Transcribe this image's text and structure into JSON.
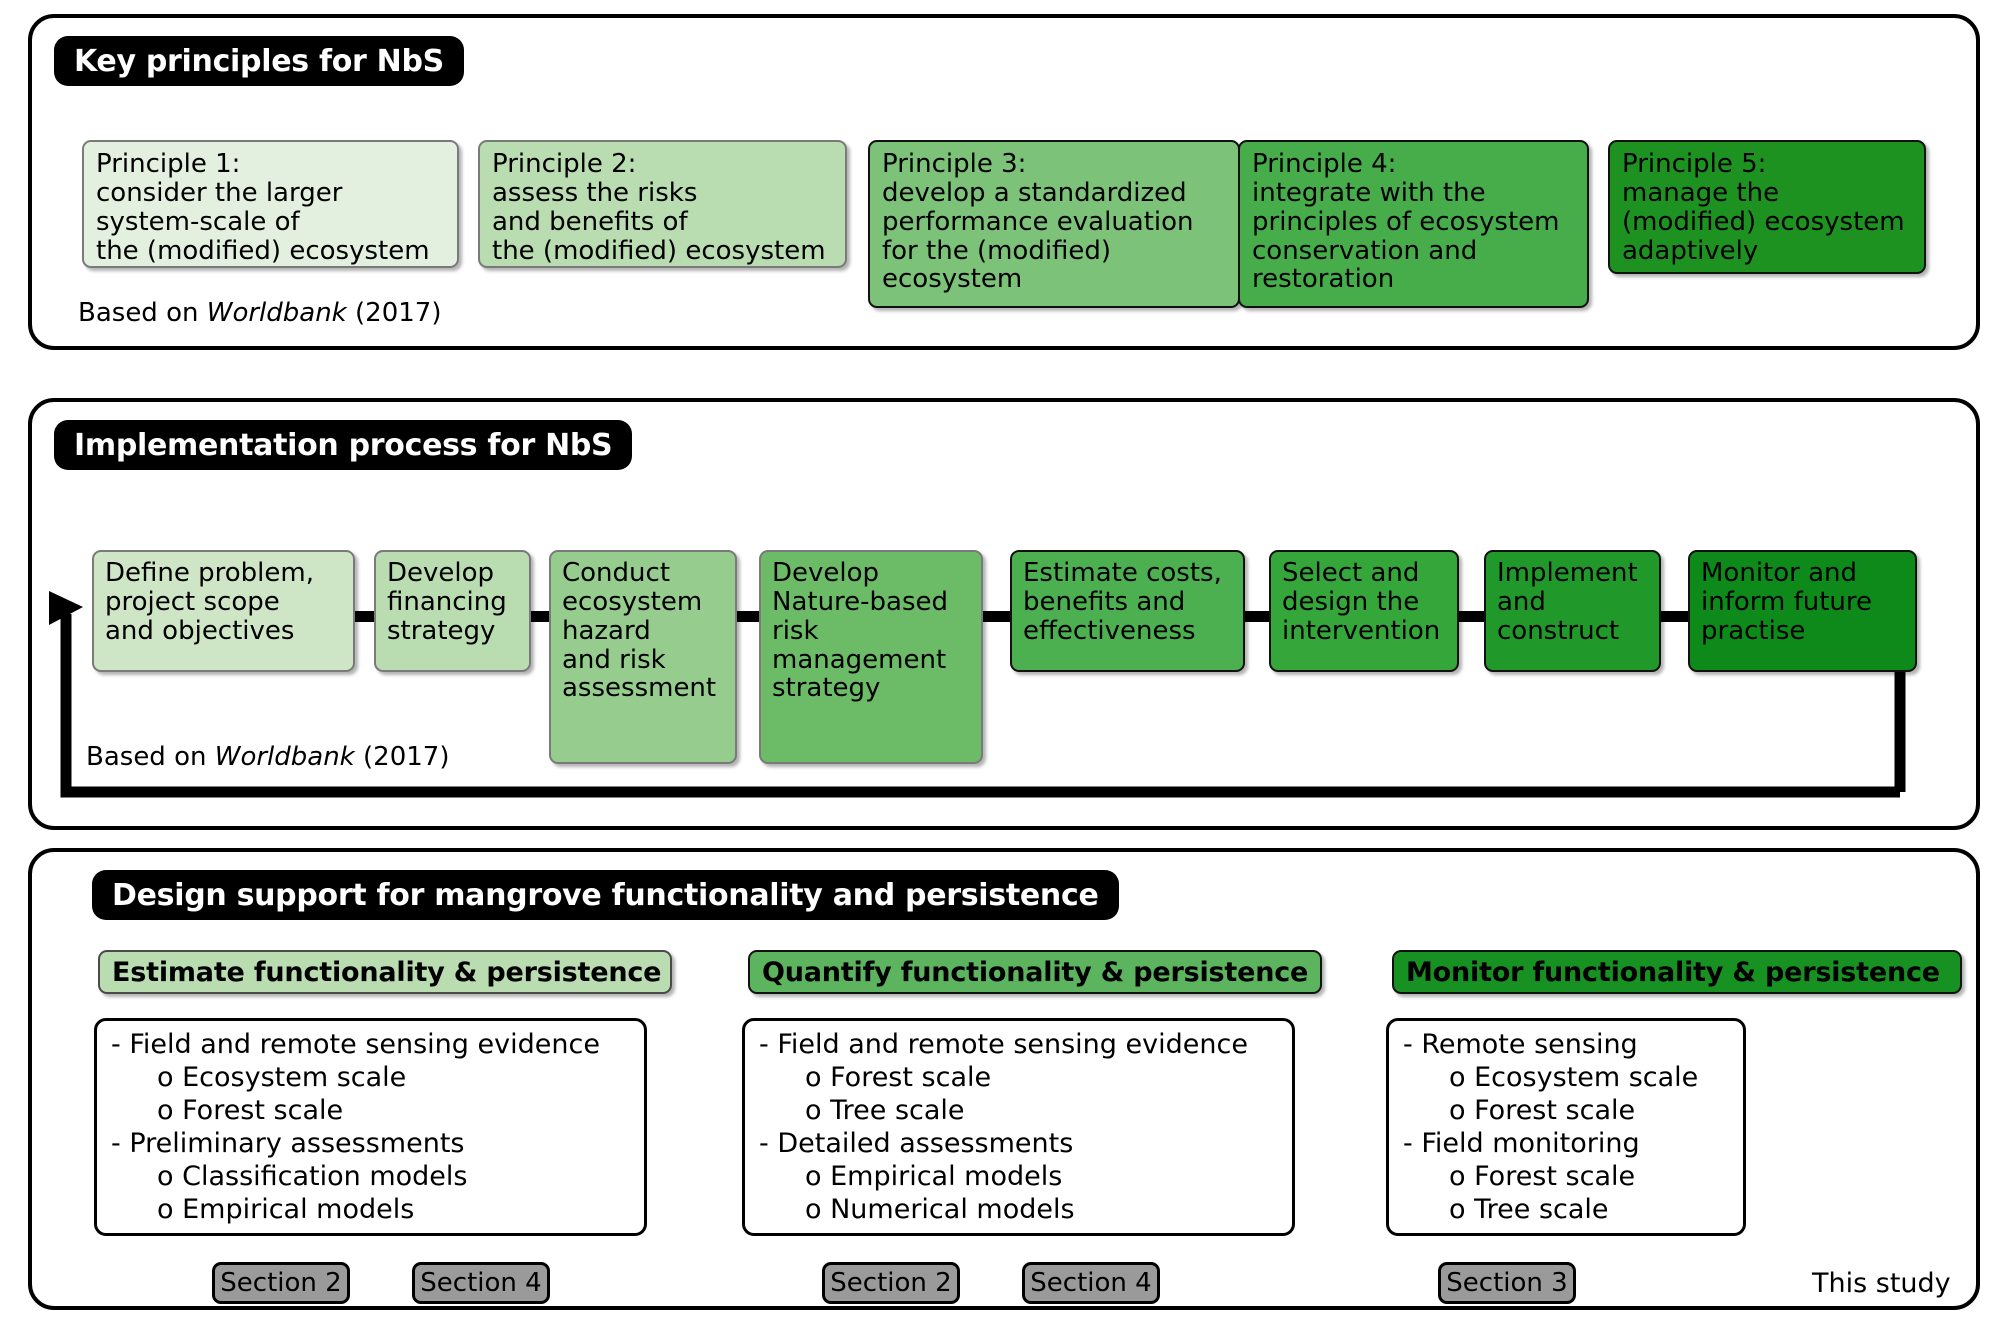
{
  "sections": {
    "principles": {
      "banner": "Key principles for NbS",
      "caption_prefix": "Based on ",
      "caption_source": "Worldbank",
      "caption_year": " (2017)",
      "cards": [
        {
          "title": "Principle 1:",
          "body": " consider the larger\n system-scale of\n the (modified) ecosystem",
          "color": "#e3f0e0"
        },
        {
          "title": "Principle 2:",
          "body": " assess the risks\n and benefits of\n the (modified) ecosystem",
          "color": "#b9dcb0"
        },
        {
          "title": "Principle 3:",
          "body": " develop a standardized\n performance evaluation\n for the (modified)\n ecosystem",
          "color": "#7dc279"
        },
        {
          "title": "Principle 4:",
          "body": " integrate with the\n principles of ecosystem\n conservation and\n restoration",
          "color": "#47ad4b"
        },
        {
          "title": "Principle 5:",
          "body": " manage the\n (modified) ecosystem\n adaptively",
          "color": "#1d9221"
        }
      ]
    },
    "process": {
      "banner": "Implementation process for NbS",
      "caption_prefix": "Based on ",
      "caption_source": "Worldbank",
      "caption_year": " (2017)",
      "steps": [
        {
          "label": "Define problem,\nproject scope\nand objectives",
          "color": "#cfe6c6"
        },
        {
          "label": "Develop\nfinancing\nstrategy",
          "color": "#b9dcb0"
        },
        {
          "label": "Conduct\necosystem\nhazard\nand risk\nassessment",
          "color": "#96cd8e"
        },
        {
          "label": "Develop\nNature-based\nrisk\nmanagement\nstrategy",
          "color": "#6cbb67"
        },
        {
          "label": "Estimate costs,\nbenefits and\neffectiveness",
          "color": "#4cb050"
        },
        {
          "label": "Select and\ndesign the\nintervention",
          "color": "#35a63a"
        },
        {
          "label": "Implement\nand\nconstruct",
          "color": "#21992a"
        },
        {
          "label": "Monitor and\ninform future\npractise",
          "color": "#0d8a19"
        }
      ]
    },
    "design": {
      "banner": "Design support for mangrove functionality and persistence",
      "this_study": "This study",
      "columns": [
        {
          "header": "Estimate functionality & persistence",
          "header_color": "#b9dcb0",
          "items": [
            {
              "text": "- Field and remote sensing evidence",
              "level": 0
            },
            {
              "text": "o Ecosystem scale",
              "level": 1
            },
            {
              "text": "o Forest scale",
              "level": 1
            },
            {
              "text": "- Preliminary assessments",
              "level": 0
            },
            {
              "text": "o Classification models",
              "level": 1
            },
            {
              "text": "o Empirical models",
              "level": 1
            }
          ],
          "chips": [
            "Section 2",
            "Section 4"
          ]
        },
        {
          "header": "Quantify functionality & persistence",
          "header_color": "#5cb45e",
          "items": [
            {
              "text": "- Field and remote sensing evidence",
              "level": 0
            },
            {
              "text": "o Forest scale",
              "level": 1
            },
            {
              "text": "o Tree scale",
              "level": 1
            },
            {
              "text": "- Detailed assessments",
              "level": 0
            },
            {
              "text": "o Empirical models",
              "level": 1
            },
            {
              "text": "o Numerical models",
              "level": 1
            }
          ],
          "chips": [
            "Section 2",
            "Section 4"
          ]
        },
        {
          "header": "Monitor functionality & persistence",
          "header_color": "#179122",
          "items": [
            {
              "text": "- Remote sensing",
              "level": 0
            },
            {
              "text": "o Ecosystem scale",
              "level": 1
            },
            {
              "text": "o Forest scale",
              "level": 1
            },
            {
              "text": "- Field monitoring",
              "level": 0
            },
            {
              "text": "o Forest scale",
              "level": 1
            },
            {
              "text": "o Tree scale",
              "level": 1
            }
          ],
          "chips": [
            "Section 3"
          ]
        }
      ]
    }
  },
  "colors": {
    "panel_border": "#000000",
    "banner_bg": "#000000",
    "banner_text": "#ffffff",
    "chip_bg": "#9a9a9a"
  }
}
